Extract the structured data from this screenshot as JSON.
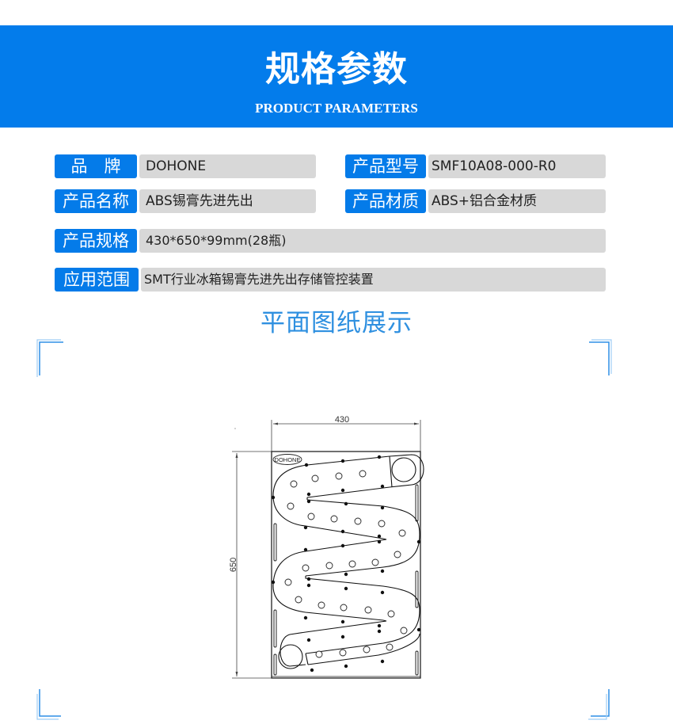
{
  "header": {
    "title": "规格参数",
    "subtitle": "PRODUCT PARAMETERS"
  },
  "params": {
    "brand": {
      "label": "品　牌",
      "value": "DOHONE"
    },
    "model": {
      "label": "产品型号",
      "value": "SMF10A08-000-R0"
    },
    "name": {
      "label": "产品名称",
      "value": "ABS锡膏先进先出"
    },
    "material": {
      "label": "产品材质",
      "value": "ABS+铝合金材质"
    },
    "spec": {
      "label": "产品规格",
      "value": "430*650*99mm(28瓶)"
    },
    "application": {
      "label": "应用范围",
      "value": "SMT行业冰箱锡膏先进先出存储管控装置"
    }
  },
  "drawing_section": {
    "title": "平面图纸展示",
    "width_dim": "430",
    "height_dim": "650",
    "logo_text": "DOHONE"
  },
  "colors": {
    "banner_blue": "#037ceb",
    "label_blue": "#047be9",
    "value_gray": "#d8d8d8",
    "section_title_blue": "#2f90e0"
  }
}
